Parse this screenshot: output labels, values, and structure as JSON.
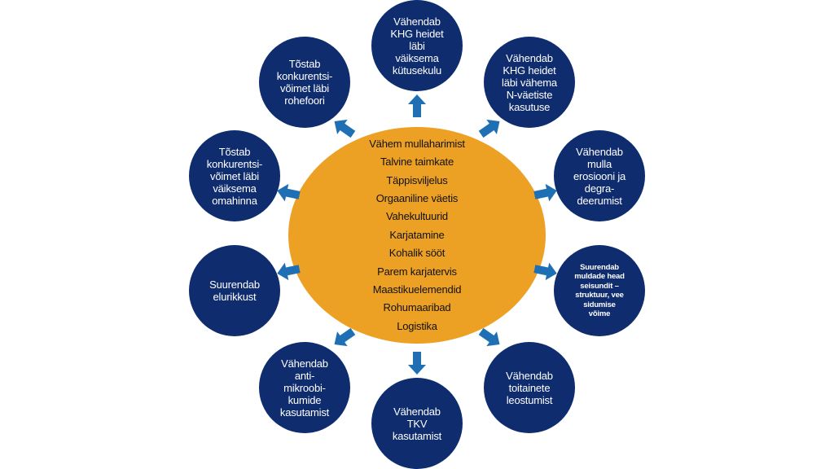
{
  "colors": {
    "center_fill": "#ECA125",
    "node_fill": "#0E2C6E",
    "arrow_fill": "#1F6FB5"
  },
  "center": {
    "items": [
      "Vähem mullaharimist",
      "Talvine taimkate",
      "Täppisviljelus",
      "Orgaaniline väetis",
      "Vahekultuurid",
      "Karjatamine",
      "Kohalik sööt",
      "Parem karjatervis",
      "Maastikuelemendid",
      "Rohumaaribad",
      "Logistika"
    ]
  },
  "nodes": [
    {
      "id": "n0",
      "label": "Vähendab\nKHG heidet\nläbi\nväiksema\nkütusekulu"
    },
    {
      "id": "n1",
      "label": "Vähendab\nKHG heidet\nläbi vähema\nN-väetiste\nkasutuse"
    },
    {
      "id": "n2",
      "label": "Vähendab\nmulla\nerosiooni ja\ndegra-\ndeerumist"
    },
    {
      "id": "n3",
      "label": "Suurendab\nmuldade head\nseisundit –\nstruktuur, vee\nsidumise\nvõime"
    },
    {
      "id": "n4",
      "label": "Vähendab\ntoitainete\nleostumist"
    },
    {
      "id": "n5",
      "label": "Vähendab\nTKV\nkasutamist"
    },
    {
      "id": "n6",
      "label": "Vähendab\nanti-\nmikroobi-\nkumide\nkasutamist"
    },
    {
      "id": "n7",
      "label": "Suurendab\nelurikkust"
    },
    {
      "id": "n8",
      "label": "Tõstab\nkonkurentsi-\nvõimet läbi\nväiksema\nomahinna"
    },
    {
      "id": "n9",
      "label": "Tõstab\nkonkurentsi-\nvõimet läbi\nrohefoori"
    }
  ]
}
